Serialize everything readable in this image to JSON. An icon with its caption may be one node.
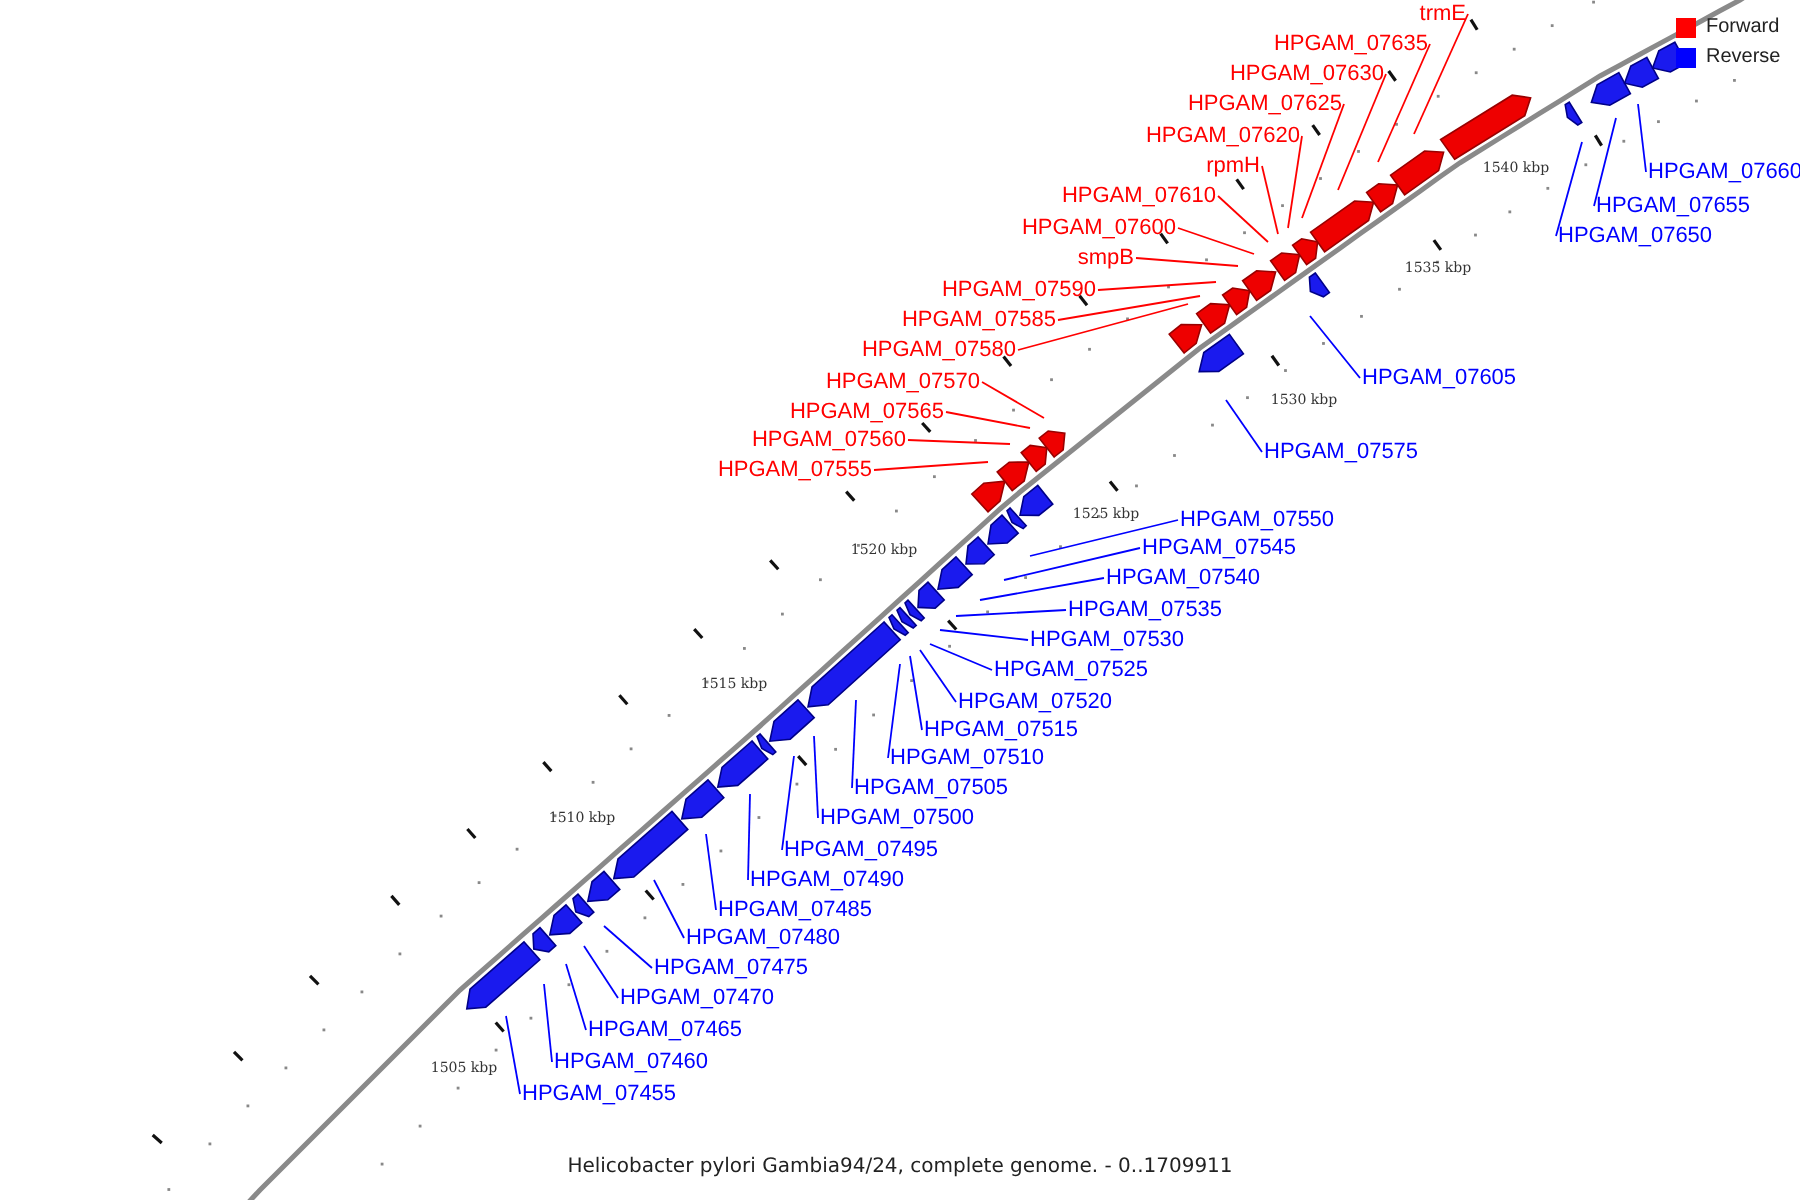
{
  "diagram": {
    "caption": "Helicobacter pylori Gambia94/24, complete genome. - 0..1709911",
    "nodes": [
      {
        "text": [
          "trmE"
        ]
      },
      {
        "text": [
          "HPGAM_07635"
        ]
      },
      {
        "text": [
          "HPGAM_07630"
        ]
      },
      {
        "text": [
          "HPGAM_07625"
        ]
      },
      {
        "text": [
          "HPGAM_07620"
        ]
      },
      {
        "text": [
          "rpmH"
        ]
      },
      {
        "text": [
          "HPGAM_07610"
        ]
      },
      {
        "text": [
          "HPGAM_07600"
        ]
      },
      {
        "text": [
          "smpB"
        ]
      },
      {
        "text": [
          "HPGAM_07590"
        ]
      },
      {
        "text": [
          "HPGAM_07585"
        ]
      },
      {
        "text": [
          "HPGAM_07580"
        ]
      },
      {
        "text": [
          "HPGAM_07570"
        ]
      },
      {
        "text": [
          "HPGAM_07565"
        ]
      },
      {
        "text": [
          "HPGAM_07560"
        ]
      },
      {
        "text": [
          "HPGAM_07555"
        ]
      },
      {
        "text": [
          "HPGAM_07660"
        ]
      },
      {
        "text": [
          "HPGAM_07655"
        ]
      },
      {
        "text": [
          "HPGAM_07650"
        ]
      },
      {
        "text": [
          "HPGAM_07605"
        ]
      },
      {
        "text": [
          "HPGAM_07575"
        ]
      },
      {
        "text": [
          "HPGAM_07550"
        ]
      },
      {
        "text": [
          "HPGAM_07545"
        ]
      },
      {
        "text": [
          "HPGAM_07540"
        ]
      },
      {
        "text": [
          "HPGAM_07535"
        ]
      },
      {
        "text": [
          "HPGAM_07530"
        ]
      },
      {
        "text": [
          "HPGAM_07525"
        ]
      },
      {
        "text": [
          "HPGAM_07520"
        ]
      },
      {
        "text": [
          "HPGAM_07515"
        ]
      },
      {
        "text": [
          "HPGAM_07510"
        ]
      },
      {
        "text": [
          "HPGAM_07505"
        ]
      },
      {
        "text": [
          "HPGAM_07500"
        ]
      },
      {
        "text": [
          "HPGAM_07495"
        ]
      },
      {
        "text": [
          "HPGAM_07490"
        ]
      },
      {
        "text": [
          "HPGAM_07485"
        ]
      },
      {
        "text": [
          "HPGAM_07480"
        ]
      },
      {
        "text": [
          "HPGAM_07475"
        ]
      },
      {
        "text": [
          "HPGAM_07470"
        ]
      },
      {
        "text": [
          "HPGAM_07465"
        ]
      },
      {
        "text": [
          "HPGAM_07460"
        ]
      },
      {
        "text": [
          "HPGAM_07455"
        ]
      }
    ],
    "edges": [
      {
        "from": 0,
        "to": null,
        "arrow": "none",
        "color": "#ff0000"
      },
      {
        "from": 1,
        "to": null,
        "arrow": "none",
        "color": "#ff0000"
      },
      {
        "from": 2,
        "to": null,
        "arrow": "none",
        "color": "#ff0000"
      },
      {
        "from": 3,
        "to": null,
        "arrow": "none",
        "color": "#ff0000"
      },
      {
        "from": 4,
        "to": null,
        "arrow": "none",
        "color": "#ff0000"
      },
      {
        "from": 5,
        "to": null,
        "arrow": "none",
        "color": "#ff0000"
      },
      {
        "from": 6,
        "to": null,
        "arrow": "none",
        "color": "#ff0000"
      },
      {
        "from": 7,
        "to": null,
        "arrow": "none",
        "color": "#ff0000"
      },
      {
        "from": 8,
        "to": null,
        "arrow": "none",
        "color": "#ff0000"
      },
      {
        "from": 9,
        "to": null,
        "arrow": "none",
        "color": "#ff0000"
      },
      {
        "from": 10,
        "to": null,
        "arrow": "none",
        "color": "#ff0000"
      },
      {
        "from": 11,
        "to": null,
        "arrow": "none",
        "color": "#ff0000"
      },
      {
        "from": 12,
        "to": null,
        "arrow": "none",
        "color": "#ff0000"
      },
      {
        "from": 13,
        "to": null,
        "arrow": "none",
        "color": "#ff0000"
      },
      {
        "from": 14,
        "to": null,
        "arrow": "none",
        "color": "#ff0000"
      },
      {
        "from": 15,
        "to": null,
        "arrow": "none",
        "color": "#ff0000"
      },
      {
        "from": 16,
        "to": null,
        "arrow": "none"
      },
      {
        "from": 17,
        "to": null,
        "arrow": "none"
      },
      {
        "from": 18,
        "to": null,
        "arrow": "none"
      },
      {
        "from": 19,
        "to": null,
        "arrow": "none"
      },
      {
        "from": 20,
        "to": null,
        "arrow": "none"
      },
      {
        "from": 21,
        "to": null,
        "arrow": "none"
      },
      {
        "from": 22,
        "to": null,
        "arrow": "none"
      },
      {
        "from": 23,
        "to": null,
        "arrow": "none"
      },
      {
        "from": 24,
        "to": null,
        "arrow": "none"
      },
      {
        "from": 25,
        "to": null,
        "arrow": "none"
      },
      {
        "from": 26,
        "to": null,
        "arrow": "none"
      },
      {
        "from": 27,
        "to": null,
        "arrow": "none"
      },
      {
        "from": 28,
        "to": null,
        "arrow": "none"
      },
      {
        "from": 29,
        "to": null,
        "arrow": "none"
      },
      {
        "from": 30,
        "to": null,
        "arrow": "none"
      },
      {
        "from": 31,
        "to": null,
        "arrow": "none"
      },
      {
        "from": 32,
        "to": null,
        "arrow": "none"
      },
      {
        "from": 33,
        "to": null,
        "arrow": "none"
      },
      {
        "from": 34,
        "to": null,
        "arrow": "none"
      },
      {
        "from": 35,
        "to": null,
        "arrow": "none"
      },
      {
        "from": 36,
        "to": null,
        "arrow": "none"
      },
      {
        "from": 37,
        "to": null,
        "arrow": "none"
      },
      {
        "from": 38,
        "to": null,
        "arrow": "none"
      },
      {
        "from": 39,
        "to": null,
        "arrow": "none"
      },
      {
        "from": 40,
        "to": null,
        "arrow": "none"
      }
    ],
    "labels": [
      "1505 kbp",
      "1510 kbp",
      "1515 kbp",
      "1520 kbp",
      "1525 kbp",
      "1530 kbp",
      "1535 kbp",
      "1540 kbp"
    ],
    "legend": [
      {
        "text": "Forward",
        "color": "#ff0000"
      },
      {
        "text": "Reverse",
        "color": "#0000ff"
      }
    ]
  }
}
